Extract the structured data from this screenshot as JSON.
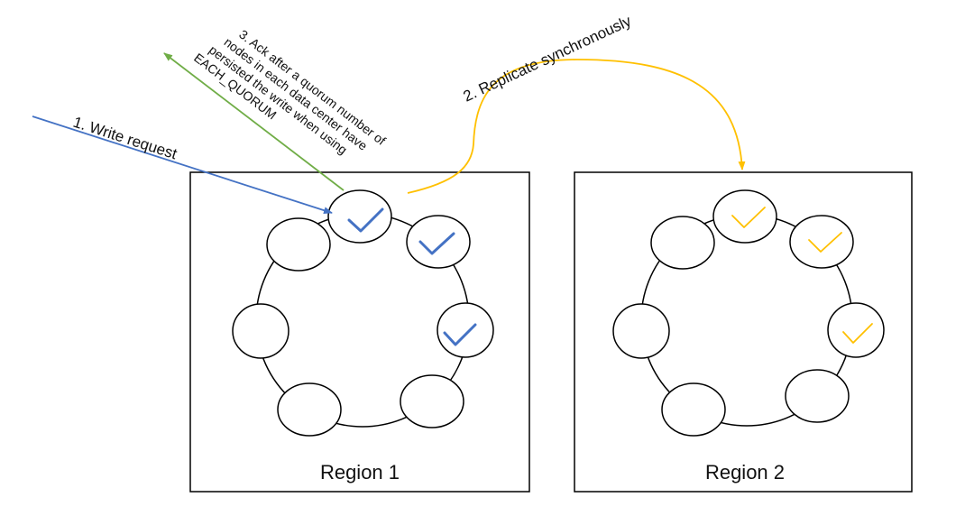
{
  "regions": [
    {
      "label": "Region 1"
    },
    {
      "label": "Region 2"
    }
  ],
  "steps": {
    "write_request": "1. Write request",
    "replicate": "2. Replicate synchronously",
    "ack_lines": [
      "3. Ack after a quorum number of",
      "nodes in each data center have",
      "persisted the write when using",
      "EACH_QUORUM"
    ]
  },
  "colors": {
    "write_arrow": "#4472c4",
    "ack_arrow": "#70ad47",
    "replicate_arrow": "#ffc000",
    "check_region1": "#4472c4",
    "check_region2": "#ffc000",
    "outline": "#000000"
  },
  "nodes_per_region": 7,
  "acknowledged_nodes": {
    "region1": [
      "top",
      "upper-right",
      "right"
    ],
    "region2": [
      "top",
      "upper-right",
      "right"
    ]
  }
}
